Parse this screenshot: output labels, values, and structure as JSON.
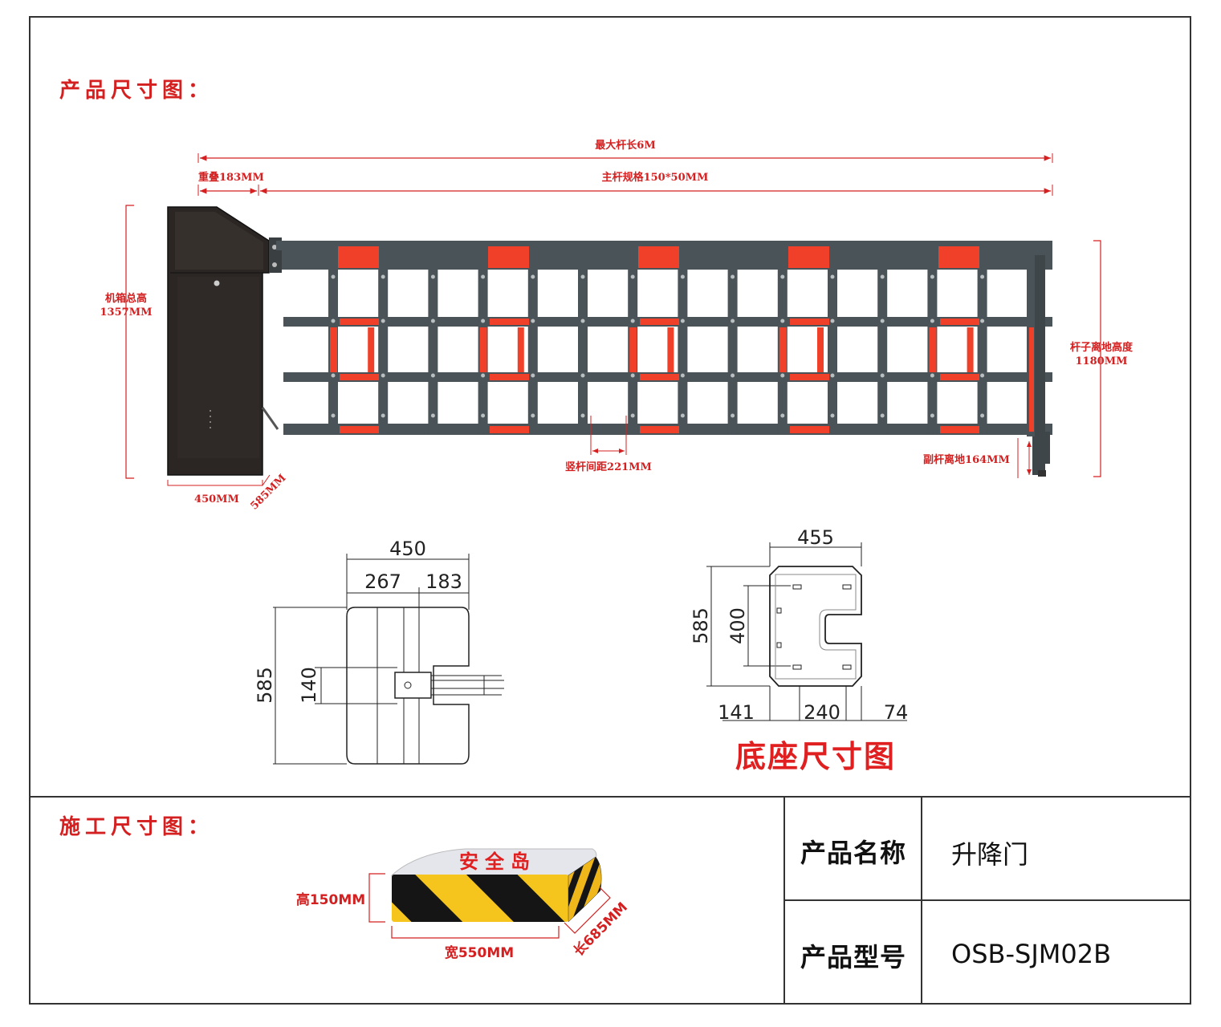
{
  "sections": {
    "product_dim_title": "产品尺寸图：",
    "construction_title": "施工尺寸图：",
    "base_dim_title": "底座尺寸图"
  },
  "gate_labels": {
    "max_arm_length": "最大杆长6M",
    "overlap": "重叠183MM",
    "main_arm_spec": "主杆规格150*50MM",
    "cabinet_height_1": "机箱总高",
    "cabinet_height_2": "1357MM",
    "arm_height_1": "杆子离地高度",
    "arm_height_2": "1180MM",
    "vertical_spacing": "竖杆间距221MM",
    "sub_arm_height": "副杆离地164MM",
    "cabinet_width": "450MM",
    "cabinet_depth": "585MM"
  },
  "top_view": {
    "total_width": "450",
    "left_width": "267",
    "right_width": "183",
    "depth": "585",
    "arm_width": "140"
  },
  "base_view": {
    "width": "455",
    "depth": "585",
    "inner": "400",
    "seg1": "141",
    "seg2": "240",
    "seg3": "74"
  },
  "island": {
    "label": "安全岛",
    "height": "高150MM",
    "width": "宽550MM",
    "length": "长685MM"
  },
  "spec_table": {
    "name_label": "产品名称",
    "name_value": "升降门",
    "model_label": "产品型号",
    "model_value": "OSB-SJM02B"
  },
  "colors": {
    "accent_red": "#d42020",
    "arm_gray": "#4a5357",
    "reflector_red": "#f0402a",
    "cabinet_dark": "#2b2624",
    "border": "#333333"
  }
}
